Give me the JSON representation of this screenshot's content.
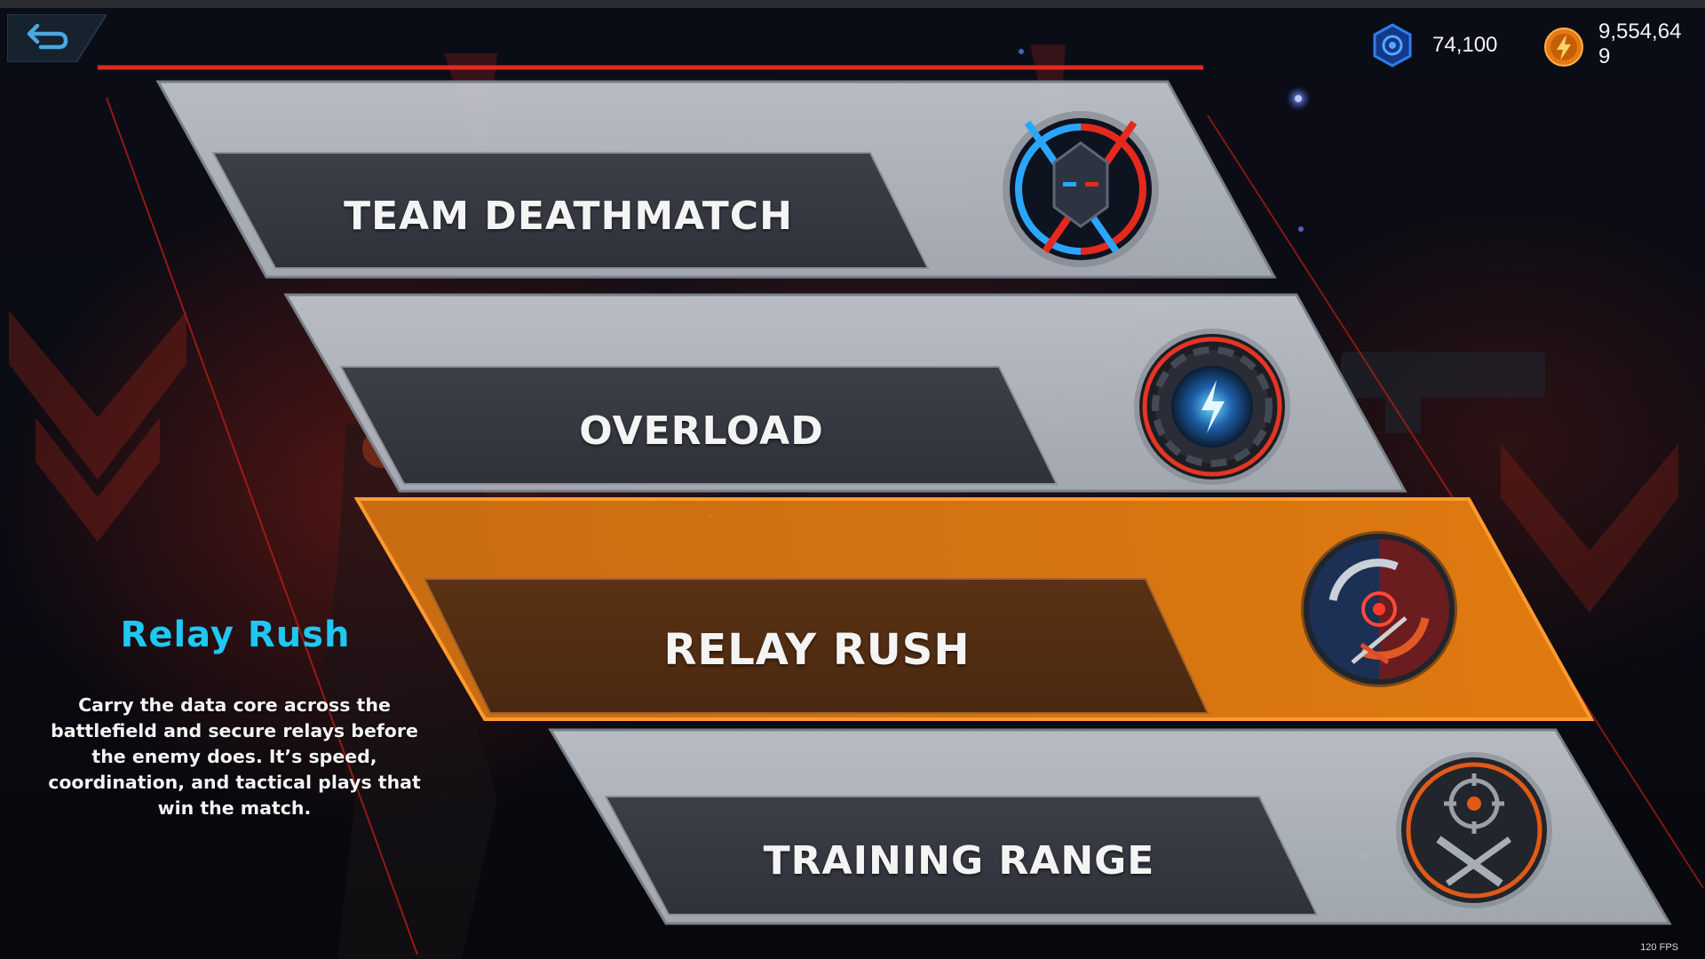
{
  "currencies": [
    {
      "name": "credits",
      "icon": "blue-hex-gear-icon",
      "value": "74,100",
      "color": "#2b6fe0"
    },
    {
      "name": "energy",
      "icon": "orange-lightning-coin-icon",
      "value": "9,554,649",
      "color": "#f08a1c"
    }
  ],
  "back_icon": "back-arrow-icon",
  "modes": [
    {
      "label": "TEAM DEATHMATCH",
      "icon": "crossed-swords-knight-helmet-icon",
      "selected": false
    },
    {
      "label": "OVERLOAD",
      "icon": "electric-core-icon",
      "selected": false
    },
    {
      "label": "RELAY RUSH",
      "icon": "relay-cycle-target-icon",
      "selected": true
    },
    {
      "label": "TRAINING RANGE",
      "icon": "crosshair-knife-rifle-icon",
      "selected": false
    }
  ],
  "selected_mode": {
    "title": "Relay Rush",
    "description": "Carry the data core across the battlefield and secure relays before the enemy does. It’s speed, coordination, and tactical plays that win the match."
  },
  "fps": "120 FPS",
  "colors": {
    "accent_orange": "#e07a10",
    "title_cyan": "#1ec8f2",
    "frame_red": "#e02a20"
  }
}
